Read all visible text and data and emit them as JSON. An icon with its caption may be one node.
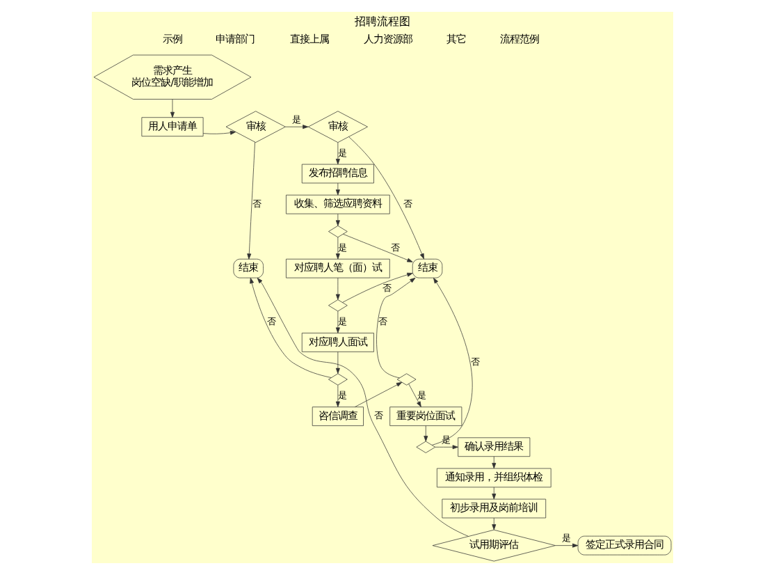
{
  "diagram": {
    "title": "招聘流程图",
    "nodes": [
      {
        "text": [
          "需求产生",
          "岗位空缺/职能增加"
        ]
      },
      {
        "text": [
          "用人申请单"
        ]
      },
      {
        "text": [
          "审核"
        ]
      },
      {
        "text": [
          "审核"
        ]
      },
      {
        "text": [
          "发布招聘信息"
        ]
      },
      {
        "text": [
          "收集、筛选应聘资料"
        ]
      },
      {
        "text": [],
        "shape": "diamond"
      },
      {
        "text": [
          "对应聘人笔（面）试"
        ]
      },
      {
        "text": [],
        "shape": "diamond"
      },
      {
        "text": [
          "结束"
        ]
      },
      {
        "text": [
          "结束"
        ]
      },
      {
        "text": [
          "对应聘人面试"
        ]
      },
      {
        "text": [],
        "shape": "diamond"
      },
      {
        "text": [
          "咨信调查"
        ]
      },
      {
        "text": [],
        "shape": "diamond"
      },
      {
        "text": [
          "重要岗位面试"
        ]
      },
      {
        "text": [],
        "shape": "diamond"
      },
      {
        "text": [
          "确认录用结果"
        ]
      },
      {
        "text": [
          "通知录用，并组织体检"
        ]
      },
      {
        "text": [
          "初步录用及岗前培训"
        ]
      },
      {
        "text": [
          "试用期评估"
        ]
      },
      {
        "text": [
          "签定正式录用合同"
        ]
      }
    ],
    "edges": [
      {
        "from": 0,
        "to": 1,
        "arrow": "to"
      },
      {
        "from": 1,
        "to": 2,
        "arrow": "to"
      },
      {
        "from": 2,
        "to": 3,
        "arrow": "to",
        "label": "是"
      },
      {
        "from": 2,
        "to": 9,
        "arrow": "to",
        "label": "否"
      },
      {
        "from": 3,
        "to": 4,
        "arrow": "to",
        "label": "是"
      },
      {
        "from": 3,
        "to": 10,
        "arrow": "to",
        "label": "否"
      },
      {
        "from": 4,
        "to": 5,
        "arrow": "to"
      },
      {
        "from": 5,
        "to": 6,
        "arrow": "to"
      },
      {
        "from": 6,
        "to": 7,
        "arrow": "to",
        "label": "是"
      },
      {
        "from": 6,
        "to": 10,
        "arrow": "to",
        "label": "否"
      },
      {
        "from": 7,
        "to": 8,
        "arrow": "to"
      },
      {
        "from": 8,
        "to": 11,
        "arrow": "to",
        "label": "是"
      },
      {
        "from": 8,
        "to": 10,
        "arrow": "to",
        "label": "否"
      },
      {
        "from": 11,
        "to": 12,
        "arrow": "to"
      },
      {
        "from": 12,
        "to": 13,
        "arrow": "to",
        "label": "是"
      },
      {
        "from": 12,
        "to": 9,
        "arrow": "to",
        "label": "否"
      },
      {
        "from": 13,
        "to": 14,
        "arrow": "to"
      },
      {
        "from": 14,
        "to": 15,
        "arrow": "to",
        "label": "是"
      },
      {
        "from": 14,
        "to": 10,
        "arrow": "to",
        "label": "否"
      },
      {
        "from": 15,
        "to": 16,
        "arrow": "to"
      },
      {
        "from": 16,
        "to": 17,
        "arrow": "to",
        "label": "是"
      },
      {
        "from": 16,
        "to": 10,
        "arrow": "to",
        "label": "否"
      },
      {
        "from": 17,
        "to": 18,
        "arrow": "to"
      },
      {
        "from": 18,
        "to": 19,
        "arrow": "to"
      },
      {
        "from": 19,
        "to": 20,
        "arrow": "to"
      },
      {
        "from": 20,
        "to": 21,
        "arrow": "to",
        "label": "是"
      },
      {
        "from": 20,
        "to": 9,
        "arrow": "to",
        "label": "否"
      }
    ],
    "labels": [
      "示例",
      "申请部门",
      "直接上属",
      "人力资源部",
      "其它",
      "流程范例"
    ]
  }
}
